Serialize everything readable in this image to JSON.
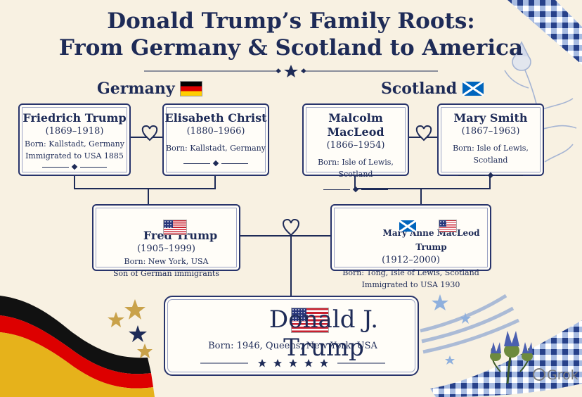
{
  "title": {
    "line1": "Donald Trump’s Family Roots:",
    "line2": "From Germany & Scotland to America"
  },
  "regions": {
    "germany": "Germany",
    "scotland": "Scotland"
  },
  "people": {
    "friedrich": {
      "name": "Friedrich Trump",
      "years": "(1869–1918)",
      "line1": "Born: Kallstadt, Germany",
      "line2": "Immigrated to USA 1885"
    },
    "elisabeth": {
      "name": "Elisabeth Christ",
      "years": "(1880–1966)",
      "line1": "Born: Kallstadt, Germany"
    },
    "malcolm": {
      "name": "Malcolm MacLeod",
      "years": "(1866–1954)",
      "line1": "Born: Isle of Lewis, Scotland"
    },
    "marysmith": {
      "name": "Mary Smith",
      "years": "(1867–1963)",
      "line1": "Born: Isle of Lewis, Scotland"
    },
    "fred": {
      "name": "Fred Trump",
      "years": "(1905–1999)",
      "line1": "Born: New York, USA",
      "line2": "Son of German immigrants"
    },
    "maryanne": {
      "name": "Mary Anne MacLeod Trump",
      "years": "(1912–2000)",
      "line1": "Born: Tong, Isle of Lewis, Scotland",
      "line2": "Immigrated to USA 1930"
    },
    "donald": {
      "name": "Donald J. Trump",
      "line1": "Born: 1946, Queens, New York, USA"
    }
  },
  "watermark": "Grok",
  "colors": {
    "navy": "#1e2b57",
    "background": "#f8f1e2",
    "gold": "#c9a24a",
    "scotland_blue": "#0065bd"
  },
  "icons": [
    "heart-icon",
    "star-icon",
    "germany-flag-icon",
    "scotland-flag-icon",
    "usa-flag-icon",
    "thistle-icon"
  ]
}
